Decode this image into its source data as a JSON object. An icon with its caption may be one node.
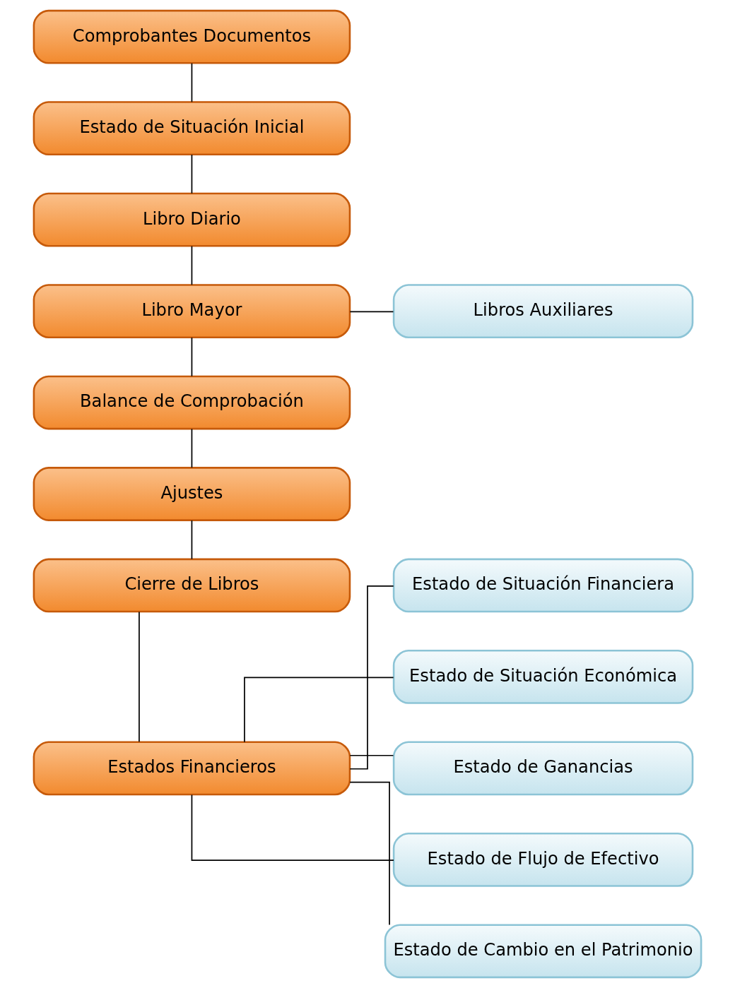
{
  "diagram": {
    "nodes": [
      {
        "text": [
          "Comprobantes Documentos"
        ]
      },
      {
        "text": [
          "Estado de Situación Inicial"
        ]
      },
      {
        "text": [
          "Libro Diario"
        ]
      },
      {
        "text": [
          "Libro Mayor"
        ]
      },
      {
        "text": [
          "Libros Auxiliares"
        ]
      },
      {
        "text": [
          "Balance de Comprobación"
        ]
      },
      {
        "text": [
          "Ajustes"
        ]
      },
      {
        "text": [
          "Cierre de Libros"
        ]
      },
      {
        "text": [
          "Estados Financieros"
        ]
      },
      {
        "text": [
          "Estado de Situación Financiera"
        ]
      },
      {
        "text": [
          "Estado de Situación Económica"
        ]
      },
      {
        "text": [
          "Estado de Ganancias"
        ]
      },
      {
        "text": [
          "Estado de Flujo de Efectivo"
        ]
      },
      {
        "text": [
          "Estado de Cambio en el Patrimonio"
        ]
      }
    ],
    "edges": [
      {
        "from": 0,
        "to": 1,
        "arrow": "none"
      },
      {
        "from": 1,
        "to": 2,
        "arrow": "none"
      },
      {
        "from": 2,
        "to": 3,
        "arrow": "none"
      },
      {
        "from": 3,
        "to": 4,
        "arrow": "none"
      },
      {
        "from": 3,
        "to": 5,
        "arrow": "none"
      },
      {
        "from": 5,
        "to": 6,
        "arrow": "none"
      },
      {
        "from": 6,
        "to": 7,
        "arrow": "none"
      },
      {
        "from": 7,
        "to": 8,
        "arrow": "none"
      },
      {
        "from": 8,
        "to": 9,
        "arrow": "none"
      },
      {
        "from": 8,
        "to": 10,
        "arrow": "none"
      },
      {
        "from": 8,
        "to": 11,
        "arrow": "none"
      },
      {
        "from": 8,
        "to": 12,
        "arrow": "none"
      },
      {
        "from": 8,
        "to": 13,
        "arrow": "none"
      }
    ]
  }
}
